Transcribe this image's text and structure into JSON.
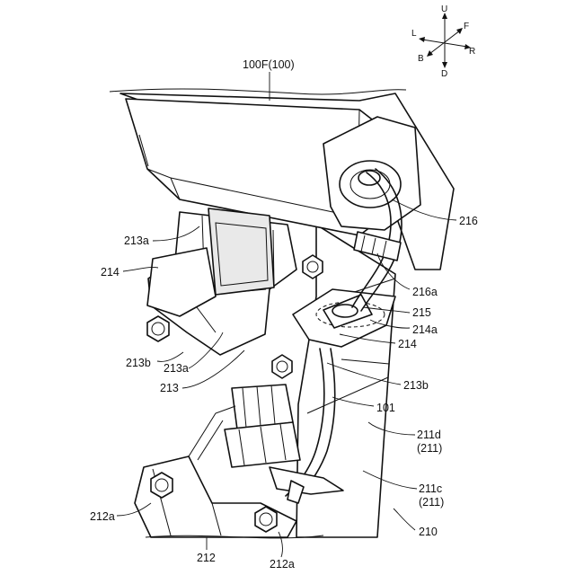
{
  "labels": {
    "l100f": "100F(100)",
    "l216": "216",
    "l213a_top": "213a",
    "l214_left": "214",
    "l216a": "216a",
    "l215": "215",
    "l214a": "214a",
    "l214_right": "214",
    "l213b_left": "213b",
    "l213a_mid": "213a",
    "l213": "213",
    "l213b_right": "213b",
    "l101": "101",
    "l211d": "211d",
    "l211d_sub": "(211)",
    "l211c": "211c",
    "l211c_sub": "(211)",
    "l210": "210",
    "l212a_left": "212a",
    "l212": "212",
    "l212a_bottom": "212a"
  },
  "compass": {
    "u": "U",
    "d": "D",
    "l": "L",
    "r": "R",
    "f": "F",
    "b": "B"
  }
}
